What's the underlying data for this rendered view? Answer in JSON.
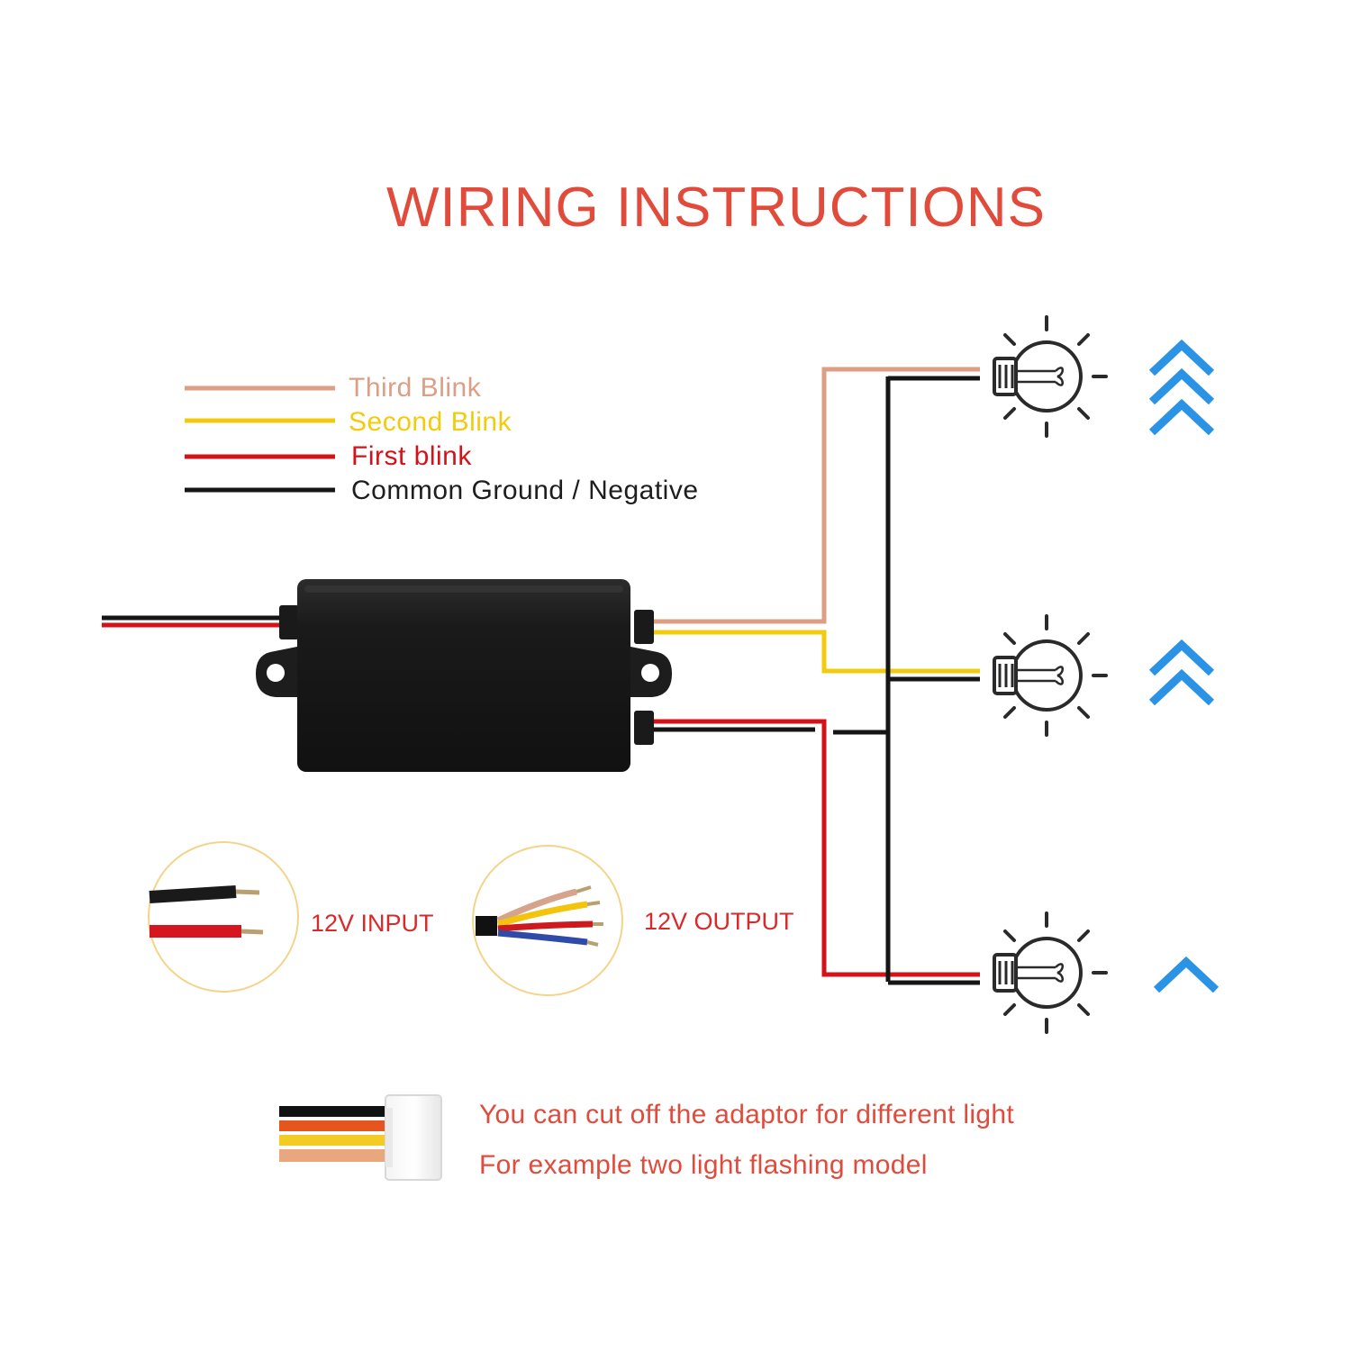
{
  "title": "WIRING INSTRUCTIONS",
  "legend": [
    {
      "label": "Third Blink",
      "color": "#dc9f86"
    },
    {
      "label": "Second Blink",
      "color": "#f2cc0c"
    },
    {
      "label": "First blink",
      "color": "#d4121a"
    },
    {
      "label": "Common Ground / Negative",
      "color": "#151515"
    }
  ],
  "module": {
    "color": "#1b1b1b"
  },
  "lights": [
    {
      "name": "third-blink",
      "chevrons": 3,
      "icon": "light-bulb-icon"
    },
    {
      "name": "second-blink",
      "chevrons": 2,
      "icon": "light-bulb-icon"
    },
    {
      "name": "first-blink",
      "chevrons": 1,
      "icon": "light-bulb-icon"
    }
  ],
  "input_label": "12V INPUT",
  "output_label": "12V OUTPUT",
  "notes": [
    "You can cut off the adaptor for different light",
    "For example two light flashing model"
  ],
  "colors": {
    "title": "#e14b3b",
    "note": "#e14b3b",
    "io_label": "#d9292a",
    "chevron": "#2b93e6",
    "circle_border": "#f3d48a",
    "bulb": "#2a2a2a"
  }
}
